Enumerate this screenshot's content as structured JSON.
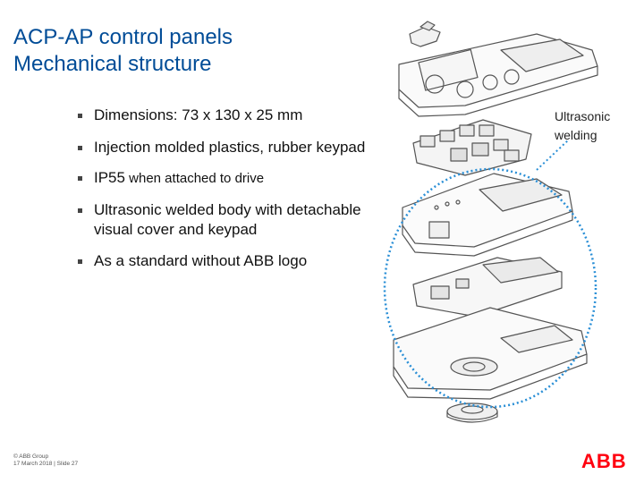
{
  "slide": {
    "title_line1": "ACP-AP control panels",
    "title_line2": "Mechanical structure"
  },
  "bullets": [
    {
      "text": "Dimensions: 73 x 130 x 25 mm"
    },
    {
      "text": "Injection molded plastics, rubber keypad"
    },
    {
      "lead": "IP55",
      "rest": " when attached to drive"
    },
    {
      "text": "Ultrasonic welded body with detachable visual cover and keypad"
    },
    {
      "text": "As a standard without ABB logo"
    }
  ],
  "callout": {
    "line1": "Ultrasonic",
    "line2": "welding"
  },
  "footer": {
    "line1": "© ABB Group",
    "line2": "17 March 2018 | Slide 27"
  },
  "logo": {
    "text": "ABB",
    "color": "#ff000f"
  },
  "colors": {
    "title": "#004c97",
    "dotted_outline": "#2a8fd6",
    "bullet_mark": "#444444"
  }
}
